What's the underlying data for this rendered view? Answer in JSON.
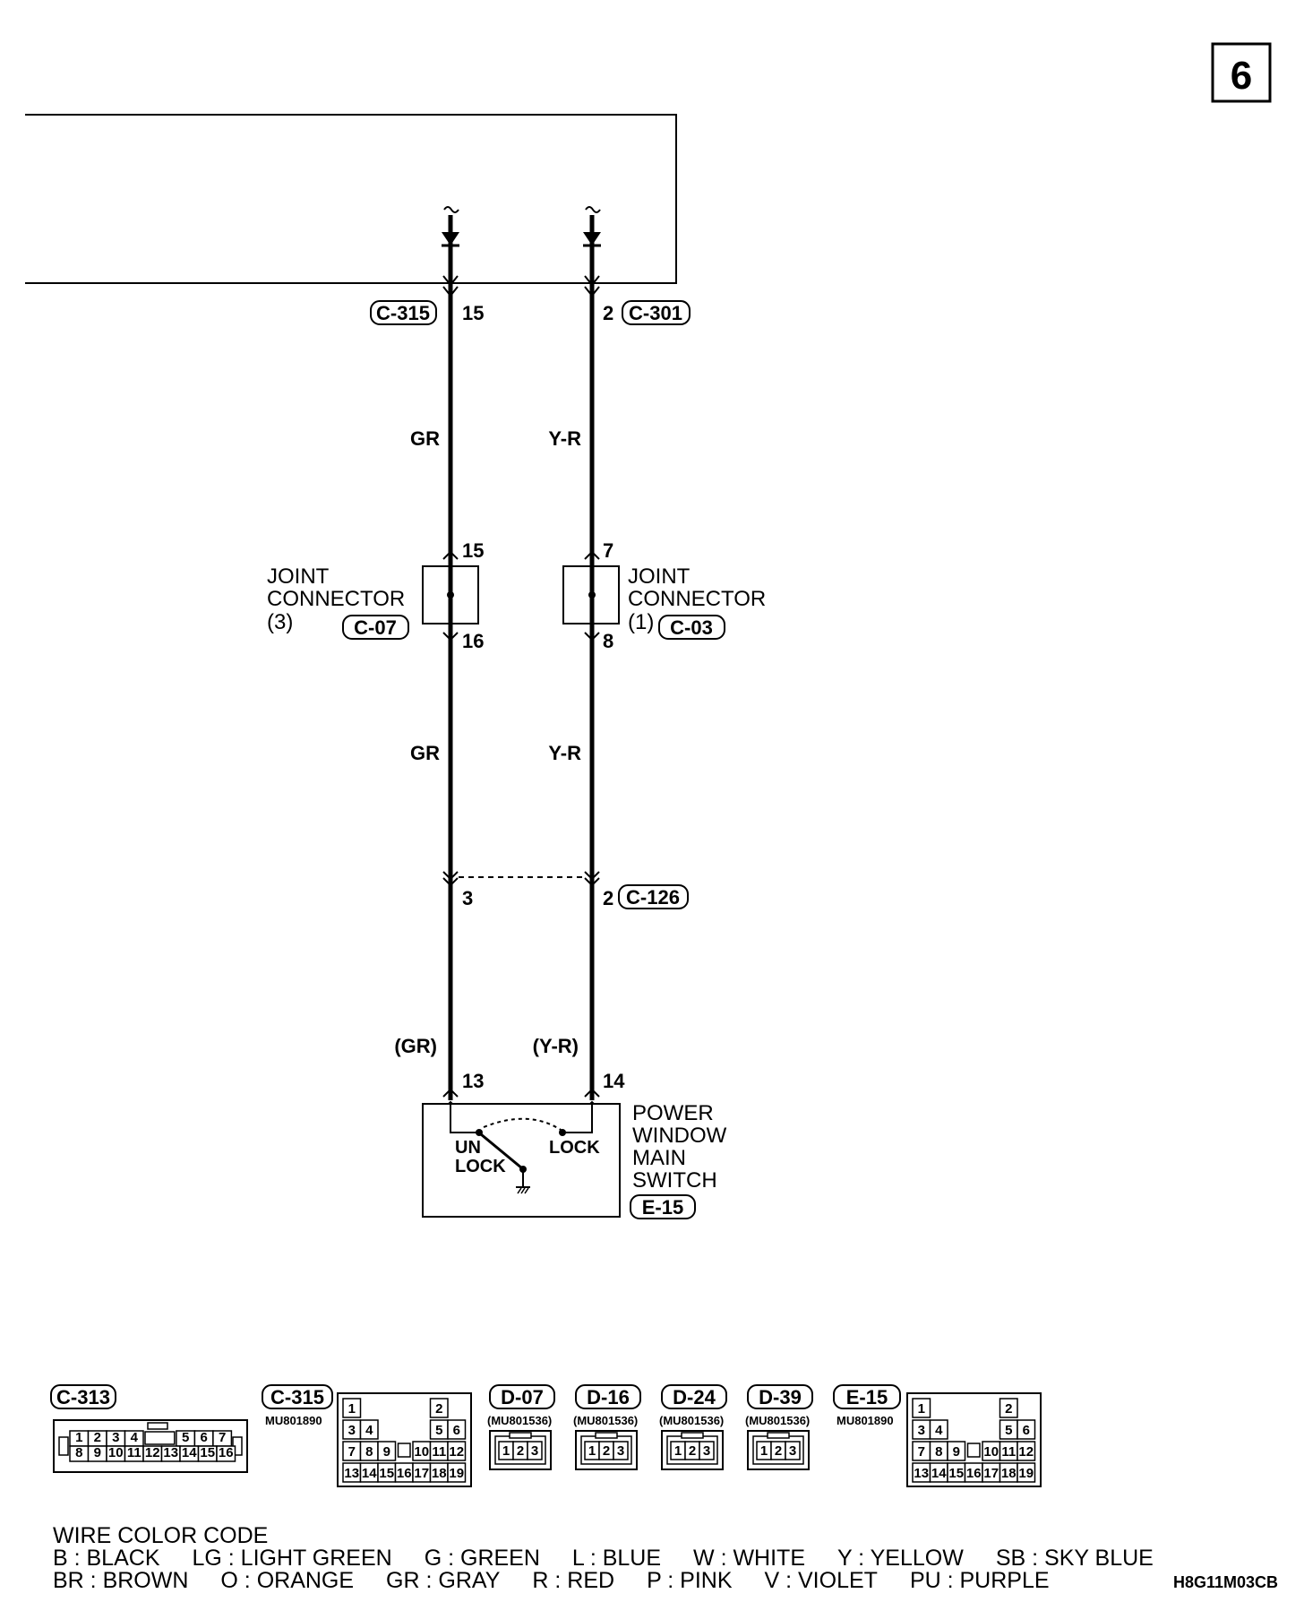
{
  "page_number": "6",
  "drawing_code": "H8G11M03CB",
  "wires": [
    {
      "connector": "C-315",
      "pin": "15",
      "color": "GR"
    },
    {
      "connector": "C-301",
      "pin": "2",
      "color": "Y-R"
    }
  ],
  "joint_connectors": [
    {
      "label": "JOINT\nCONNECTOR\n(3)",
      "id": "C-07",
      "pin_in": "15",
      "pin_out": "16"
    },
    {
      "label": "JOINT\nCONNECTOR\n(1)",
      "id": "C-03",
      "pin_in": "7",
      "pin_out": "8"
    }
  ],
  "c126": {
    "id": "C-126",
    "pin_left": "3",
    "pin_right": "2"
  },
  "switch": {
    "name": "POWER\nWINDOW\nMAIN\nSWITCH",
    "id": "E-15",
    "pin_left": "13",
    "pin_right": "14",
    "wire_left": "(GR)",
    "wire_right": "(Y-R)",
    "contact_left": "UN\nLOCK",
    "contact_right": "LOCK"
  },
  "connector_views": [
    {
      "id": "C-313",
      "part": "",
      "rows": [
        [
          "1",
          "2",
          "3",
          "4",
          "",
          "5",
          "6",
          "7"
        ],
        [
          "8",
          "9",
          "10",
          "11",
          "12",
          "13",
          "14",
          "15",
          "16"
        ]
      ]
    },
    {
      "id": "C-315",
      "part": "MU801890"
    },
    {
      "id": "D-07",
      "part": "(MU801536)",
      "pins": [
        "1",
        "2",
        "3"
      ]
    },
    {
      "id": "D-16",
      "part": "(MU801536)",
      "pins": [
        "1",
        "2",
        "3"
      ]
    },
    {
      "id": "D-24",
      "part": "(MU801536)",
      "pins": [
        "1",
        "2",
        "3"
      ]
    },
    {
      "id": "D-39",
      "part": "(MU801536)",
      "pins": [
        "1",
        "2",
        "3"
      ]
    },
    {
      "id": "E-15",
      "part": "MU801890"
    }
  ],
  "pin_grid_19": [
    [
      "1",
      "",
      "",
      "",
      "",
      "2",
      ""
    ],
    [
      "3",
      "4",
      "",
      "",
      "",
      "5",
      "6"
    ],
    [
      "7",
      "8",
      "9",
      "",
      "10",
      "11",
      "12"
    ],
    [
      "13",
      "14",
      "15",
      "16",
      "17",
      "18",
      "19"
    ]
  ],
  "wire_color_code": {
    "title": "WIRE COLOR CODE",
    "row1": [
      "B : BLACK",
      "LG : LIGHT GREEN",
      "G : GREEN",
      "L : BLUE",
      "W : WHITE",
      "Y : YELLOW",
      "SB : SKY BLUE"
    ],
    "row2": [
      "BR : BROWN",
      "O : ORANGE",
      "GR : GRAY",
      "R : RED",
      "P : PINK",
      "V : VIOLET",
      "PU : PURPLE"
    ]
  }
}
